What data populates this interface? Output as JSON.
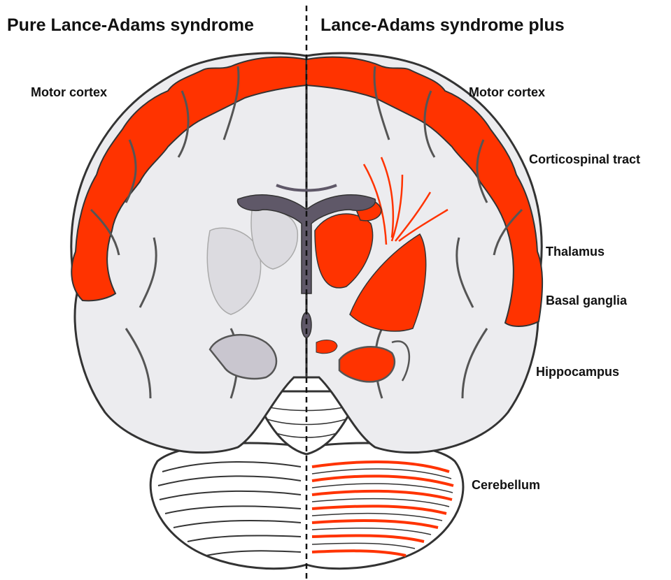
{
  "headings": {
    "left": "Pure Lance-Adams syndrome",
    "right": "Lance-Adams syndrome plus"
  },
  "labels": {
    "left_motor_cortex": "Motor cortex",
    "right_motor_cortex": "Motor cortex",
    "corticospinal_tract": "Corticospinal tract",
    "thalamus": "Thalamus",
    "basal_ganglia": "Basal ganglia",
    "hippocampus": "Hippocampus",
    "cerebellum": "Cerebellum"
  },
  "colors": {
    "highlight": "#ff3300",
    "outline": "#555555",
    "white_matter": "#ececef",
    "grey_matter": "#c9c6cf",
    "ventricle": "#5f5868"
  }
}
